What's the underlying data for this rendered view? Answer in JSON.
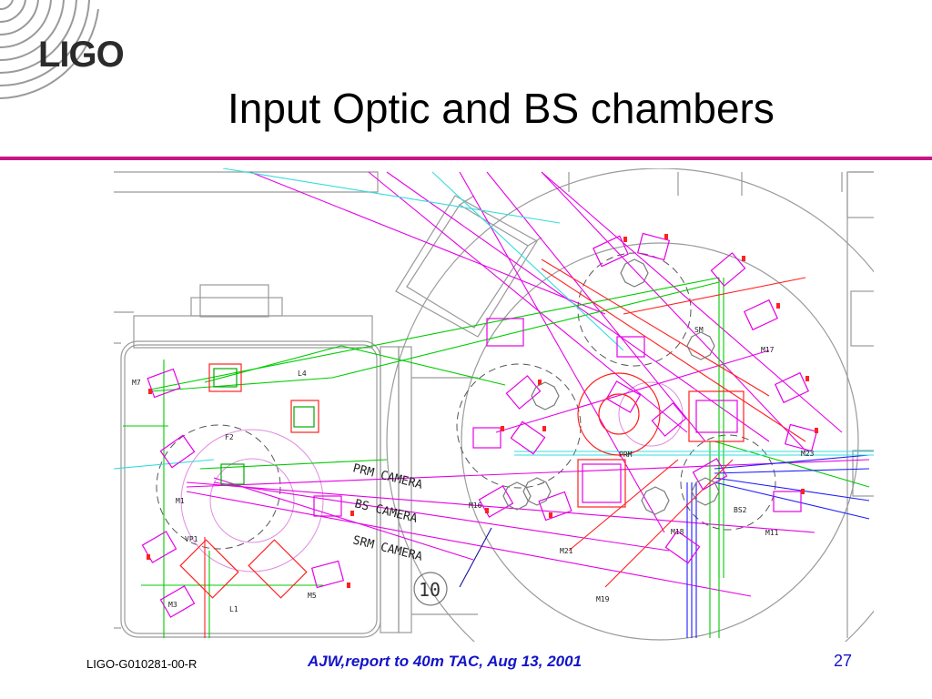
{
  "logo": {
    "text": "LIGO"
  },
  "title": "Input Optic and BS chambers",
  "diagram_labels": {
    "l4": "L4",
    "m7": "M7",
    "f2": "F2",
    "m1": "M1",
    "vp1": "VP1",
    "m3": "M3",
    "m5": "M5",
    "l1": "L1",
    "prm_camera": "PRM CAMERA",
    "bs_camera": "BS CAMERA",
    "srm_camera": "SRM CAMERA",
    "callout_10": "10",
    "sm": "SM",
    "m17": "M17",
    "prm": "PRM",
    "m23": "M23",
    "m18": "M18",
    "bs2": "BS2",
    "m11": "M11",
    "m16": "M16",
    "m21": "M21",
    "m19": "M19"
  },
  "footer": {
    "doc_id": "LIGO-G010281-00-R",
    "center": "AJW,report to 40m TAC, Aug 13, 2001",
    "page": "27"
  },
  "colors": {
    "rule": "#c71585",
    "footer_text": "#1414c8",
    "beam_magenta": "#e600e6",
    "beam_green": "#00cc00",
    "beam_blue": "#1e1eff",
    "beam_cyan": "#33dddd",
    "beam_red": "#ff2020"
  }
}
